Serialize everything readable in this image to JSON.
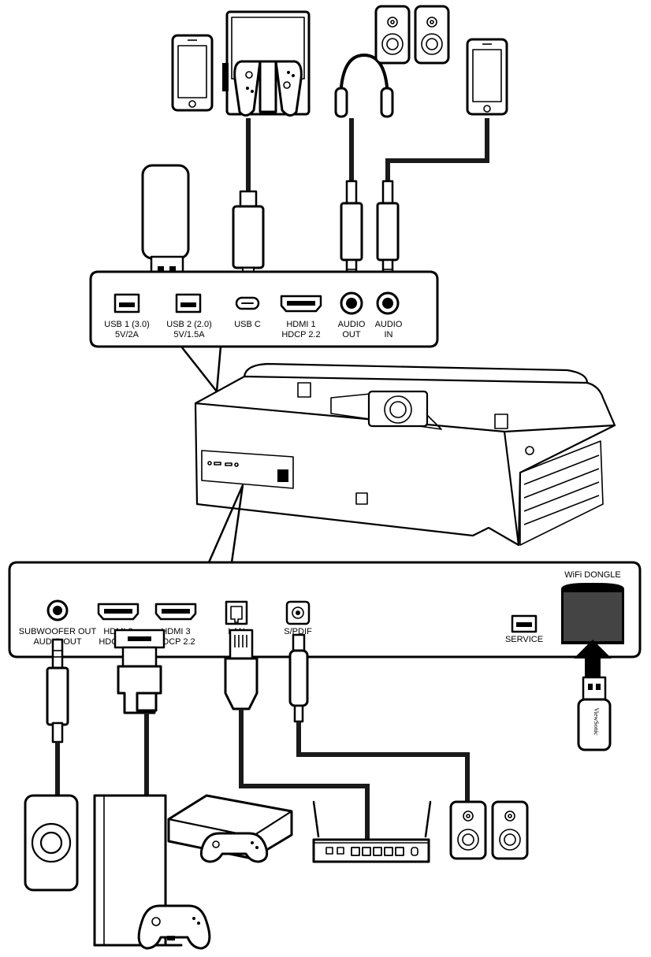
{
  "top_panel": {
    "ports": [
      {
        "id": "usb1",
        "line1": "USB 1 (3.0)",
        "line2": "5V/2A"
      },
      {
        "id": "usb2",
        "line1": "USB 2 (2.0)",
        "line2": "5V/1.5A"
      },
      {
        "id": "usbc",
        "line1": "USB C",
        "line2": ""
      },
      {
        "id": "hdmi1",
        "line1": "HDMI 1",
        "line2": "HDCP 2.2"
      },
      {
        "id": "audio_out",
        "line1": "AUDIO",
        "line2": "OUT"
      },
      {
        "id": "audio_in",
        "line1": "AUDIO",
        "line2": "IN"
      }
    ]
  },
  "bottom_panel": {
    "ports": [
      {
        "id": "sub",
        "line1": "SUBWOOFER OUT",
        "line2": "AUDIO OUT"
      },
      {
        "id": "hdmi2",
        "line1": "HDMI 2",
        "line2": "HDCP 2.2"
      },
      {
        "id": "hdmi3",
        "line1": "HDMI 3",
        "line2": "HDCP 2.2"
      },
      {
        "id": "lan",
        "line1": "LAN",
        "line2": ""
      },
      {
        "id": "spdif",
        "line1": "S/PDIF",
        "line2": ""
      },
      {
        "id": "service",
        "line1": "SERVICE",
        "line2": ""
      }
    ],
    "wifi_label": "WiFi DONGLE"
  },
  "dongle_brand": "ViewSonic",
  "icons": [
    "smartphone-icon",
    "game-console-icon",
    "headphones-icon",
    "speaker-icon",
    "usb-drive-icon",
    "router-icon",
    "subwoofer-icon",
    "media-player-icon",
    "gamepad-icon",
    "projector-icon"
  ]
}
